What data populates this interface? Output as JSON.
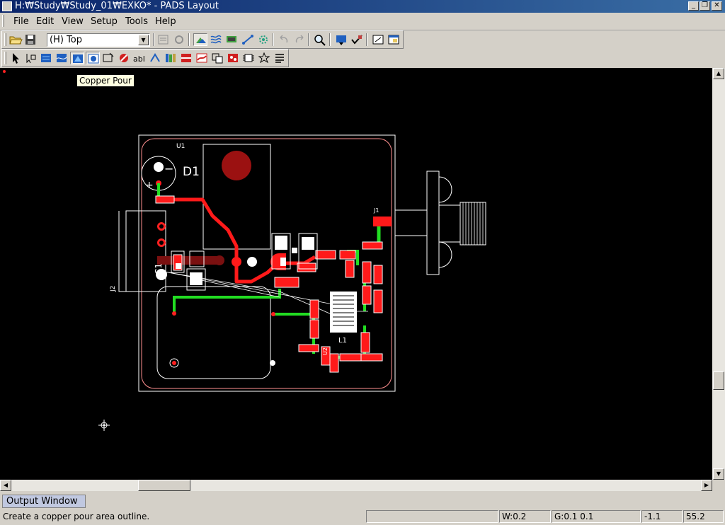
{
  "window": {
    "title": "H:₩Study₩Study_01₩EXKO* - PADS Layout"
  },
  "menu": [
    "File",
    "Edit",
    "View",
    "Setup",
    "Tools",
    "Help"
  ],
  "toolbar": {
    "layer": "(H) Top"
  },
  "canvas": {
    "tooltip": "Copper Pour",
    "labels": {
      "u1": "U1",
      "d1": "D1",
      "j1": "J1",
      "j2": "J2",
      "l1": "L1",
      "c1": "C1",
      "u2": "U2",
      "plus": "+",
      "minus": "−"
    }
  },
  "output": {
    "tab": "Output Window"
  },
  "status": {
    "message": "Create a copper pour area outline.",
    "width": "W:0.2",
    "grid": "G:0.1 0.1",
    "x": "-1.1",
    "y": "55.2"
  },
  "colors": {
    "trace_top": "#ff1a1a",
    "trace_bottom": "#22dd22",
    "board_outline": "#ffffff",
    "keepout": "#ff8080",
    "dark_red": "#9b1111"
  }
}
